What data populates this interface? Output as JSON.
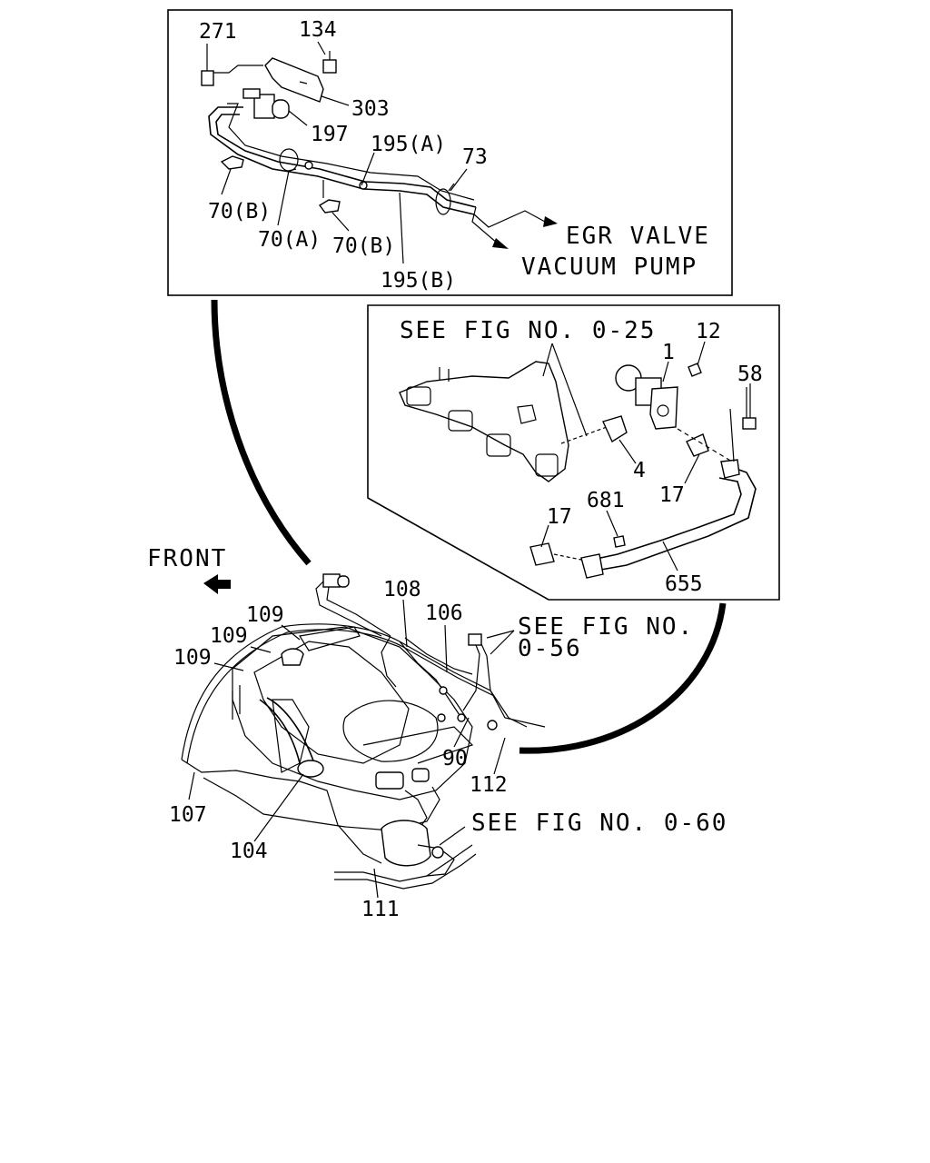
{
  "top_panel": {
    "labels": {
      "p271": "271",
      "p134": "134",
      "p303": "303",
      "p197": "197",
      "p195a": "195(A)",
      "p73": "73",
      "p70b_1": "70(B)",
      "p70a": "70(A)",
      "p70b_2": "70(B)",
      "p195b": "195(B)",
      "egr_valve": "EGR VALVE",
      "vacuum_pump": "VACUUM PUMP"
    }
  },
  "mid_panel": {
    "labels": {
      "see_fig_025": "SEE FIG NO. 0-25",
      "p1": "1",
      "p12": "12",
      "p58": "58",
      "p4": "4",
      "p17_right": "17",
      "p17_left": "17",
      "p681": "681",
      "p655": "655"
    }
  },
  "bottom_view": {
    "labels": {
      "front": "FRONT",
      "p108": "108",
      "p106": "106",
      "see_fig_056_line1": "SEE FIG NO.",
      "see_fig_056_line2": "0-56",
      "p109_a": "109",
      "p109_b": "109",
      "p109_c": "109",
      "p90": "90",
      "p112": "112",
      "p107": "107",
      "p104": "104",
      "see_fig_060": "SEE FIG NO. 0-60",
      "p111": "111"
    }
  }
}
